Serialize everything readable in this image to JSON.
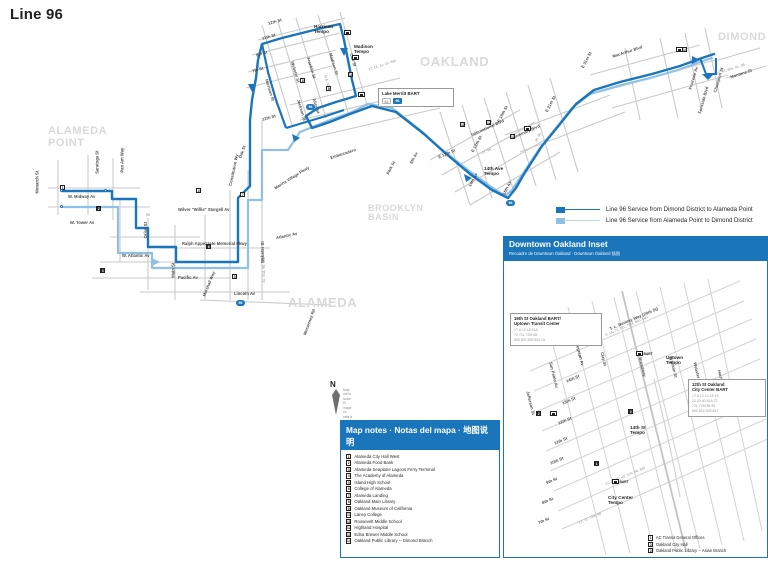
{
  "page": {
    "title": "Line 96"
  },
  "legend": {
    "items": [
      {
        "label": "Line 96 Service from Dimond District to Alameda Point",
        "color": "#1b75bb"
      },
      {
        "label": "Line 96 Service from Alameda Point to Dimond District",
        "color": "#8fc0e6"
      }
    ]
  },
  "regions": [
    {
      "name": "OAKLAND",
      "size": "big"
    },
    {
      "name": "ALAMEDA",
      "size": "big"
    },
    {
      "name": "DIMOND",
      "size": "med"
    },
    {
      "name": "ALAMEDA\nPOINT",
      "size": "med"
    },
    {
      "name": "BROOKLYN\nBASIN",
      "size": "sm"
    }
  ],
  "main_map": {
    "streets": [
      "12th St",
      "11th St",
      "8th St",
      "7th St",
      "Webster St",
      "Franklin St",
      "Madison St",
      "Oak St",
      "12th St",
      "Alice St",
      "Jackson St",
      "Embarcadero",
      "Oak St",
      "5th Av",
      "Park St",
      "E 12th St",
      "International Blvd",
      "E 10th St",
      "E 12th St",
      "Seminary Blvd",
      "E 21st St",
      "E 31st St",
      "14th Av",
      "16th Av",
      "MacArthur Blvd",
      "Fruitvale Av",
      "Champion St",
      "Montana St",
      "Monarch St",
      "Saratoga St",
      "Pan Am Way",
      "W. Midway Av",
      "W. Tower Av",
      "Orion St",
      "W. Atlantic Av",
      "Main St",
      "Pacific Av",
      "Atlantic Av",
      "Webster St",
      "Lincoln Av",
      "Marshall Way",
      "Constitution Wy",
      "Ralph Appezzato Memorial Pkwy",
      "Wilver \"Willie\" Stargell Av",
      "Mecartney Rd",
      "Marina Village Pkwy",
      "Fernside Blvd",
      "Harrison St"
    ],
    "tempo_stations": [
      "Harrison\nTempo",
      "Madison\nTempo",
      "14th Ave\nTempo"
    ],
    "callouts": [
      {
        "title": "Lake Merritt BART",
        "badges": [
          "62",
          "96"
        ]
      }
    ]
  },
  "inset": {
    "header_title": "Downtown Oakland Inset",
    "header_subtitle": "Recuadro de Downtown Oakland · Downtown Oakland 插图",
    "streets": [
      "Broadway",
      "Telegraph Av",
      "San Pablo Av",
      "Franklin St",
      "Webster St",
      "14th St",
      "13th St",
      "12th St",
      "11th St",
      "10th St",
      "9th St",
      "8th St",
      "7th St",
      "Clay St",
      "Jefferson St",
      "Martin Luther King Jr Wy",
      "Harrison St",
      "Alice St",
      "Madison St",
      "Jackson St"
    ],
    "callouts": [
      {
        "title": "19th St Oakland BART/\nUptown Transit Center",
        "routes": "1T  6  12  18  51A\n72  72L  72M  88\n800  802  805  851  NL"
      },
      {
        "title": "12th St Oakland\nCity Center BART",
        "routes": "1T  6  12  14  18  19\n22  20  40  51A  72\n72L  72M  88  96\n800  802  805  857"
      }
    ],
    "tempo_stations": [
      "Uptown\nTempo",
      "14th St\nTempo",
      "City Center\nTempo"
    ],
    "notes": [
      {
        "num": "1",
        "label": "AC Transit General Offices"
      },
      {
        "num": "2",
        "label": "Oakland City Hall"
      },
      {
        "num": "3",
        "label": "Oakland Public Library -- Asian Branch"
      }
    ]
  },
  "map_notes": {
    "header": "Map notes · Notas del mapa · 地图说明",
    "items": [
      {
        "num": "1",
        "label": "Alameda City Hall West"
      },
      {
        "num": "2",
        "label": "Alameda Food Bank"
      },
      {
        "num": "3",
        "label": "Alameda Seaplane Lagoon Ferry Terminal"
      },
      {
        "num": "4",
        "label": "The Academy of Alameda"
      },
      {
        "num": "5",
        "label": "Island High School"
      },
      {
        "num": "6",
        "label": "College of Alameda"
      },
      {
        "num": "7",
        "label": "Alameda Landing"
      },
      {
        "num": "8",
        "label": "Oakland Main Library"
      },
      {
        "num": "9",
        "label": "Oakland Museum of California"
      },
      {
        "num": "10",
        "label": "Laney College"
      },
      {
        "num": "11",
        "label": "Roosevelt Middle School"
      },
      {
        "num": "12",
        "label": "Highland Hospital"
      },
      {
        "num": "13",
        "label": "Edna Brewer Middle School"
      },
      {
        "num": "14",
        "label": "Oakland Public Library -- Dimond Branch"
      }
    ]
  },
  "north_arrow": {
    "letter": "N",
    "scale_note": "Map not to scale\nEl mapa no está a escala\n地图不按比例绘制"
  },
  "colors": {
    "route_primary": "#1b75bb",
    "route_secondary": "#8fc0e6",
    "panel_border": "#1b75bb",
    "region_text": "#d8d9db",
    "street_line": "#c9cacc"
  }
}
